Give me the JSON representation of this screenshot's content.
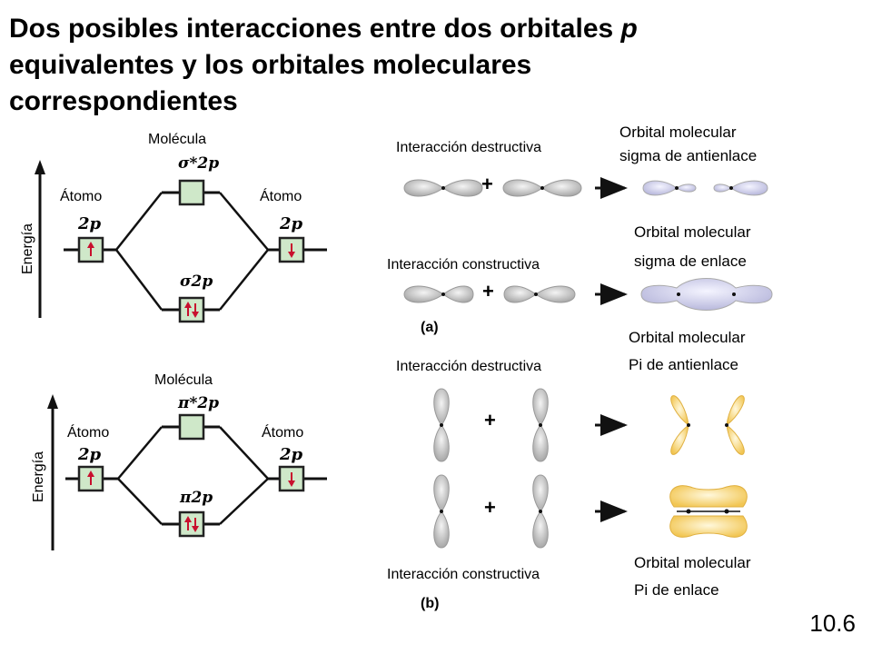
{
  "title": "Dos posibles interacciones entre dos orbitales p equivalentes y los orbitales moleculares correspondientes",
  "title_parts": {
    "line1_a": "Dos posibles interacciones entre dos orbitales ",
    "line1_p": "p",
    "line2": "equivalentes y los orbitales moleculares",
    "line3": "correspondientes"
  },
  "sigma_diagram": {
    "molecule": "Molécula",
    "atom_left": "Átomo",
    "atom_right": "Átomo",
    "energy": "Energía",
    "left_orbital": "2p",
    "right_orbital": "2p",
    "antibonding": "σ*2p",
    "bonding": "σ2p"
  },
  "pi_diagram": {
    "molecule": "Molécula",
    "atom_left": "Átomo",
    "atom_right": "Átomo",
    "energy": "Energía",
    "left_orbital": "2p",
    "right_orbital": "2p",
    "antibonding": "π*2p",
    "bonding": "π2p"
  },
  "right_panel": {
    "row1_interaction": "Interacción destructiva",
    "row1_result_line1": "Orbital molecular",
    "row1_result_line2": "sigma de antienlace",
    "row2_interaction": "Interacción constructiva",
    "row2_result_line1": "Orbital molecular",
    "row2_result_line2": "sigma de enlace",
    "label_a": "(a)",
    "row3_interaction": "Interacción destructiva",
    "row3_result_line1": "Orbital molecular",
    "row3_result_line2": "Pi de antienlace",
    "row4_interaction": "Interacción constructiva",
    "row4_result_line1": "Orbital molecular",
    "row4_result_line2": "Pi de enlace",
    "label_b": "(b)",
    "plus": "+"
  },
  "page_number": "10.6",
  "colors": {
    "box_fill": "#cfe8c9",
    "box_stroke": "#222222",
    "electron_arrow": "#c8102e",
    "orbital_gray": "#c8c8c8",
    "orbital_lavender": "#dcdcf2",
    "orbital_yellow": "#f9dc8a"
  }
}
